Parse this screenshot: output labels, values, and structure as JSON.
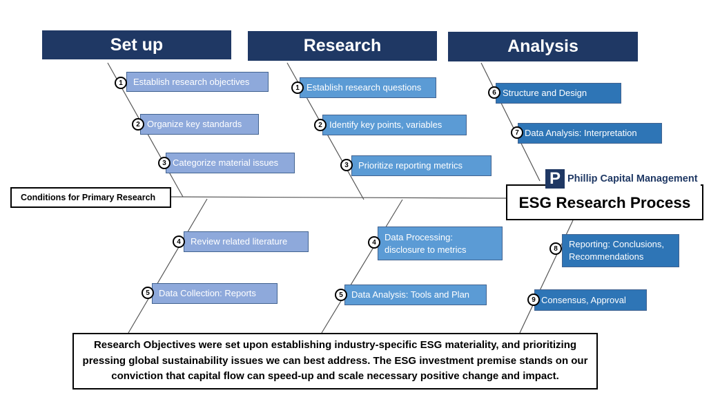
{
  "headers": [
    "Set up",
    "Research",
    "Analysis"
  ],
  "conditions_label": "Conditions for Primary Research",
  "main_label": "ESG Research Process",
  "logo": {
    "mark": "P",
    "text": "Phillip Capital Management"
  },
  "setup_items": [
    {
      "num": "1",
      "label": "Establish research objectives"
    },
    {
      "num": "2",
      "label": "Organize key standards"
    },
    {
      "num": "3",
      "label": "Categorize material issues"
    },
    {
      "num": "4",
      "label": "Review related literature"
    },
    {
      "num": "5",
      "label": "Data Collection: Reports"
    }
  ],
  "research_items": [
    {
      "num": "1",
      "label": "Establish research questions"
    },
    {
      "num": "2",
      "label": "Identify key points, variables"
    },
    {
      "num": "3",
      "label": "Prioritize reporting metrics"
    },
    {
      "num": "4",
      "label": "Data Processing: disclosure to metrics"
    },
    {
      "num": "5",
      "label": "Data Analysis: Tools and Plan"
    }
  ],
  "analysis_items": [
    {
      "num": "6",
      "label": "Structure and Design"
    },
    {
      "num": "7",
      "label": "Data Analysis: Interpretation"
    },
    {
      "num": "8",
      "label": "Reporting: Conclusions, Recommendations"
    },
    {
      "num": "9",
      "label": "Consensus, Approval"
    }
  ],
  "summary": "Research Objectives were set upon establishing industry-specific ESG materiality, and prioritizing pressing global sustainability issues we can best address. The ESG investment premise stands on our conviction that capital flow can speed-up and scale necessary positive change and impact.",
  "colors": {
    "header": "#1f3864",
    "setup_box": "#8ea9db",
    "research_box": "#5b9bd5",
    "analysis_box": "#2e75b6"
  }
}
